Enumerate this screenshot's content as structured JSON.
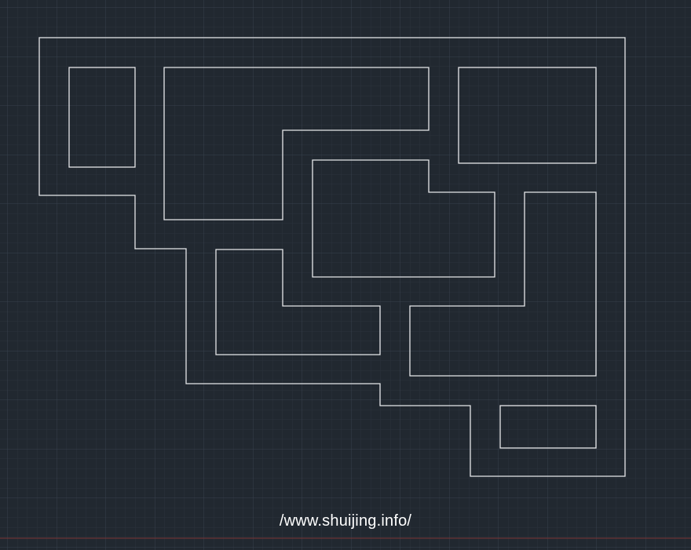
{
  "theme": {
    "background": "#212830",
    "grid_minor": "#2a323c",
    "grid_major": "#343d48",
    "line_color": "#e6e8ea",
    "axis_line_color": "#8a3a3a"
  },
  "diagram": {
    "view": "CAD model space, orthographic floor-plan outline",
    "shapes": {
      "outer_boundary": "polygon",
      "room_top_left": "rectangle",
      "room_top_center": "polygon",
      "room_top_right": "rectangle",
      "room_center": "polygon",
      "room_mid_left": "polygon",
      "room_right": "polygon",
      "room_bottom_right": "rectangle"
    }
  },
  "watermark": {
    "text": "/www.shuijing.info/"
  }
}
